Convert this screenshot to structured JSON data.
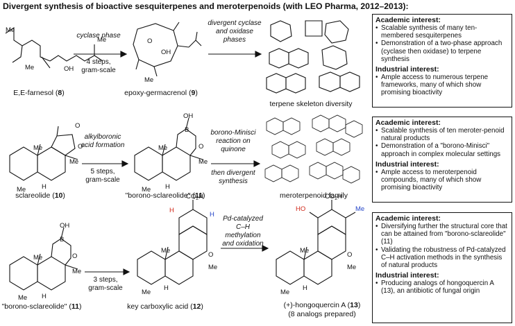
{
  "title": "Divergent synthesis of bioactive sesquiterpenes and meroterpenoids (with LEO Pharma, 2012–2013):",
  "rows": [
    {
      "start": {
        "name": "E,E-farnesol",
        "num": "8"
      },
      "step1": {
        "cond_italic": "cyclase phase",
        "cond_plain": "4 steps, gram-scale"
      },
      "mid": {
        "name": "epoxy-germacrenol",
        "num": "9"
      },
      "step2": {
        "cond_italic": "divergent cyclase and oxidase phases",
        "cond_plain": ""
      },
      "product": {
        "name": "terpene skeleton diversity",
        "num": ""
      },
      "box": {
        "h1": "Academic interest:",
        "b1": [
          "Scalable synthesis of many ten-membered sesquiterpenes",
          "Demonstration of a two-phase approach (cyclase then oxidase) to terpene synthesis"
        ],
        "h2": "Industrial interest:",
        "b2": [
          "Ample access to numerous terpene frameworks, many of which show promising bioactivity"
        ]
      }
    },
    {
      "start": {
        "name": "sclareolide",
        "num": "10"
      },
      "step1": {
        "cond_italic": "alkylboronic acid formation",
        "cond_plain": "5 steps, gram-scale"
      },
      "mid": {
        "name": "\"borono-sclareolide\"",
        "num": "11"
      },
      "step2": {
        "cond_italic": "borono-Minisci reaction on quinone",
        "cond_italic2": "then divergent synthesis"
      },
      "product": {
        "name": "meroterpenoid family",
        "num": ""
      },
      "box": {
        "h1": "Academic interest:",
        "b1": [
          "Scalable synthesis of ten meroter-penoid natural products",
          "Demonstration of a \"borono-Minisci\" approach in complex molecular settings"
        ],
        "h2": "Industrial interest:",
        "b2": [
          "Ample access to meroterpenoid compounds, many of which show promising bioactivity"
        ]
      }
    },
    {
      "start": {
        "name": "\"borono-sclareolide\"",
        "num": "11"
      },
      "step1": {
        "cond_italic": "",
        "cond_plain": "3 steps, gram-scale"
      },
      "mid": {
        "name": "key carboxylic acid",
        "num": "12"
      },
      "step2": {
        "cond_italic": "Pd-catalyzed C–H methylation and oxidation"
      },
      "product": {
        "name": "(+)-hongoquercin A",
        "num": "13",
        "note": "(8 analogs prepared)"
      },
      "box": {
        "h1": "Academic interest:",
        "b1": [
          "Diversifying further the structural core that can be attained from \"borono-sclareolide\" (11)",
          "Validating the robustness of Pd-catalyzed C–H activation methods in the synthesis of natural products"
        ],
        "h2": "Industrial interest:",
        "b2": [
          "Producing analogs of hongoquercin A (13), an antibiotic of fungal origin"
        ]
      }
    }
  ],
  "atom_labels": {
    "OH": "OH",
    "Me": "Me",
    "H": "H",
    "O": "O",
    "B": "B",
    "CO2H": "CO2H",
    "HO": "HO"
  },
  "colors": {
    "red": "#d0281a",
    "blue": "#2546c8"
  }
}
